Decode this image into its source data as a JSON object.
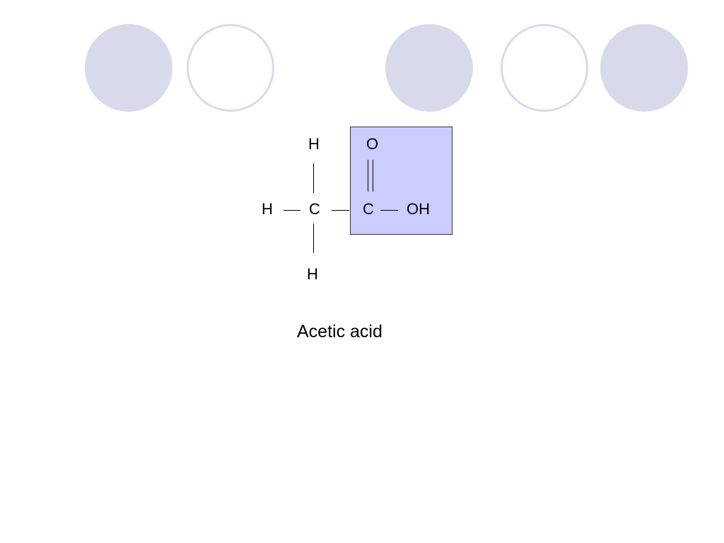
{
  "molecule": {
    "atoms": {
      "h_top": "H",
      "o": "O",
      "h_left": "H",
      "c_methyl": "C",
      "c_carboxyl": "C",
      "oh": "OH",
      "h_bottom": "H"
    },
    "caption": "Acetic acid"
  },
  "colors": {
    "circle_fill": "#d9d9ec",
    "highlight_box": "#ccccff"
  }
}
